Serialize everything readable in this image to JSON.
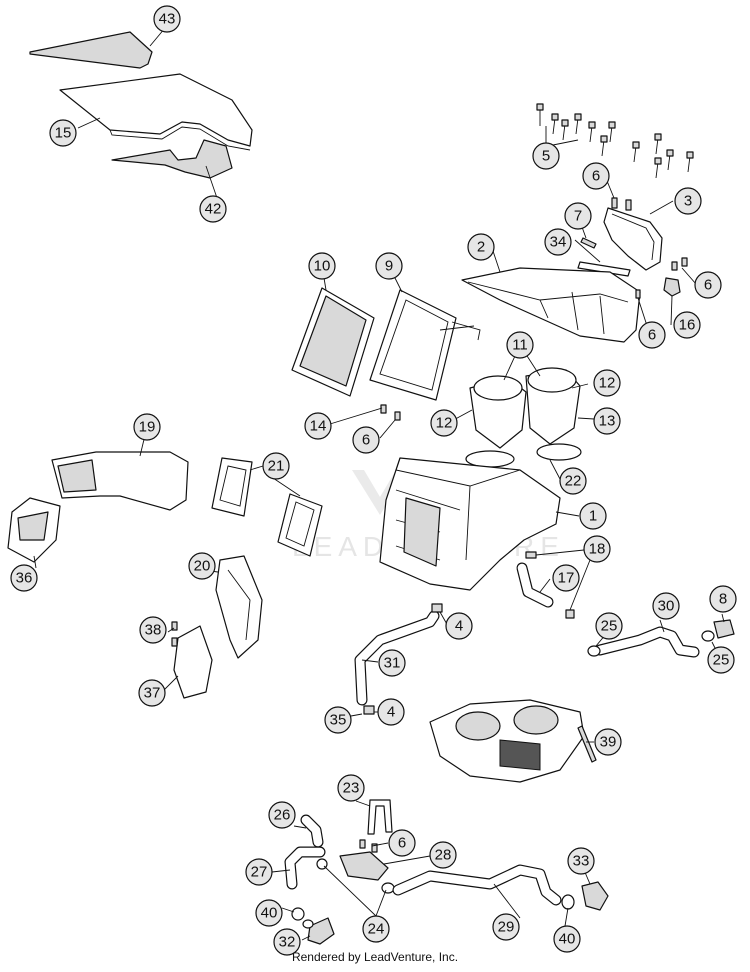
{
  "footer": {
    "credit": "Rendered by LeadVenture, Inc."
  },
  "watermark": {
    "text": "LEADVENTURE"
  },
  "colors": {
    "callout_fill": "#e6e6e6",
    "line": "#111111",
    "background": "#ffffff"
  },
  "callouts": [
    {
      "id": "c43",
      "label": "43"
    },
    {
      "id": "c15",
      "label": "15"
    },
    {
      "id": "c42",
      "label": "42"
    },
    {
      "id": "c5",
      "label": "5"
    },
    {
      "id": "c6a",
      "label": "6"
    },
    {
      "id": "c3",
      "label": "3"
    },
    {
      "id": "c7",
      "label": "7"
    },
    {
      "id": "c34",
      "label": "34"
    },
    {
      "id": "c2",
      "label": "2"
    },
    {
      "id": "c6b",
      "label": "6"
    },
    {
      "id": "c16",
      "label": "16"
    },
    {
      "id": "c6c",
      "label": "6"
    },
    {
      "id": "c10",
      "label": "10"
    },
    {
      "id": "c9",
      "label": "9"
    },
    {
      "id": "c11",
      "label": "11"
    },
    {
      "id": "c12a",
      "label": "12"
    },
    {
      "id": "c12b",
      "label": "12"
    },
    {
      "id": "c13",
      "label": "13"
    },
    {
      "id": "c14",
      "label": "14"
    },
    {
      "id": "c6d",
      "label": "6"
    },
    {
      "id": "c22",
      "label": "22"
    },
    {
      "id": "c19",
      "label": "19"
    },
    {
      "id": "c21",
      "label": "21"
    },
    {
      "id": "c1",
      "label": "1"
    },
    {
      "id": "c36",
      "label": "36"
    },
    {
      "id": "c18",
      "label": "18"
    },
    {
      "id": "c20",
      "label": "20"
    },
    {
      "id": "c17",
      "label": "17"
    },
    {
      "id": "c8",
      "label": "8"
    },
    {
      "id": "c30",
      "label": "30"
    },
    {
      "id": "c4a",
      "label": "4"
    },
    {
      "id": "c25a",
      "label": "25"
    },
    {
      "id": "c25b",
      "label": "25"
    },
    {
      "id": "c38",
      "label": "38"
    },
    {
      "id": "c31",
      "label": "31"
    },
    {
      "id": "c37",
      "label": "37"
    },
    {
      "id": "c35",
      "label": "35"
    },
    {
      "id": "c4b",
      "label": "4"
    },
    {
      "id": "c39",
      "label": "39"
    },
    {
      "id": "c23",
      "label": "23"
    },
    {
      "id": "c26",
      "label": "26"
    },
    {
      "id": "c6e",
      "label": "6"
    },
    {
      "id": "c28",
      "label": "28"
    },
    {
      "id": "c27",
      "label": "27"
    },
    {
      "id": "c33",
      "label": "33"
    },
    {
      "id": "c40a",
      "label": "40"
    },
    {
      "id": "c24",
      "label": "24"
    },
    {
      "id": "c29",
      "label": "29"
    },
    {
      "id": "c40b",
      "label": "40"
    },
    {
      "id": "c32",
      "label": "32"
    }
  ]
}
